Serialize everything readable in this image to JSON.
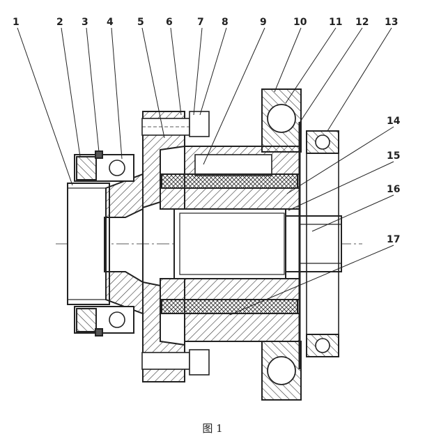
{
  "figure": {
    "caption": "图 1",
    "part_labels": [
      "1",
      "2",
      "3",
      "4",
      "5",
      "6",
      "7",
      "8",
      "9",
      "10",
      "11",
      "12",
      "13",
      "14",
      "15",
      "16",
      "17"
    ]
  }
}
